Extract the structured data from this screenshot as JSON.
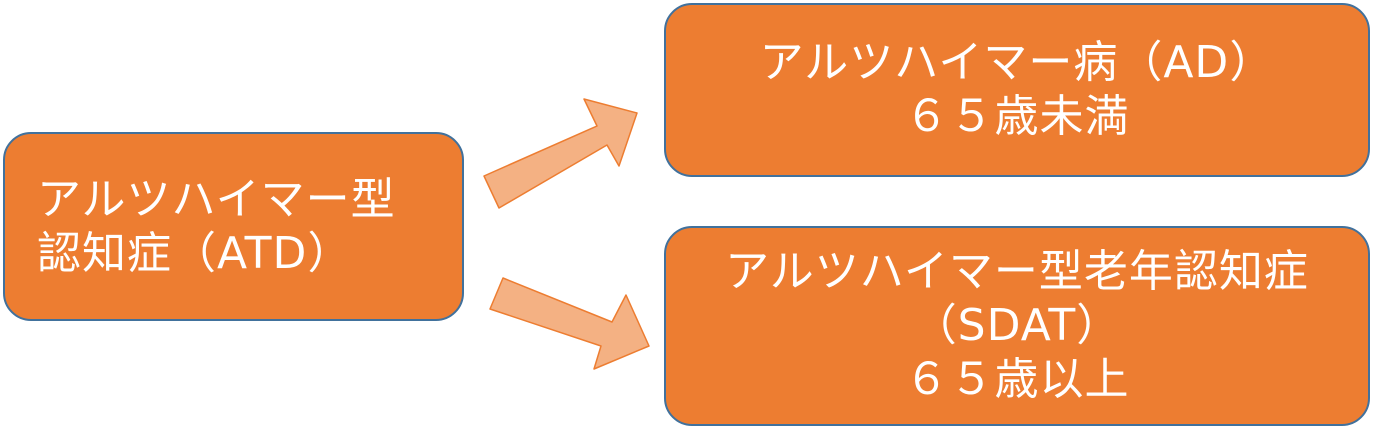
{
  "colors": {
    "box_fill": "#ED7D31",
    "box_border": "#41719C",
    "arrow_fill": "#F4B183",
    "arrow_border": "#ED7D31",
    "text": "#FFFFFF"
  },
  "nodes": {
    "source": {
      "lines": [
        "アルツハイマー型",
        "認知症（ATD）"
      ]
    },
    "target_top": {
      "lines": [
        "アルツハイマー病（AD）",
        "６５歳未満"
      ]
    },
    "target_bottom": {
      "lines": [
        "アルツハイマー型老年認知症",
        "（SDAT）",
        "６５歳以上"
      ]
    }
  },
  "edges": [
    {
      "from": "source",
      "to": "target_top"
    },
    {
      "from": "source",
      "to": "target_bottom"
    }
  ]
}
